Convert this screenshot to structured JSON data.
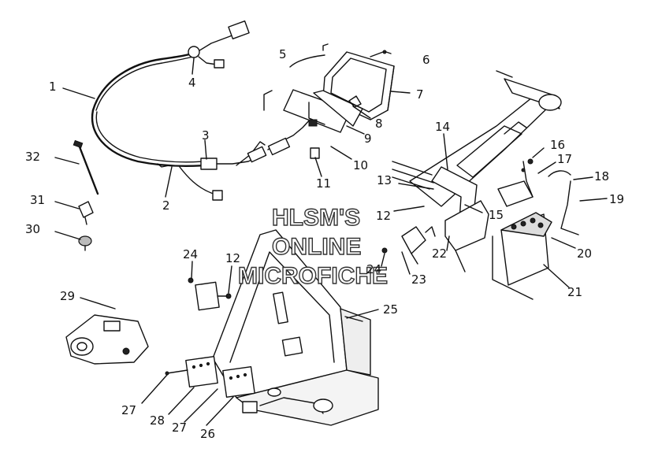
{
  "diagram": {
    "watermark": [
      "HLSM'S",
      "ONLINE",
      "MICROFICHE"
    ],
    "callouts": [
      "1",
      "2",
      "3",
      "4",
      "5",
      "6",
      "7",
      "8",
      "9",
      "10",
      "11",
      "12",
      "12",
      "12",
      "13",
      "14",
      "15",
      "16",
      "17",
      "18",
      "19",
      "20",
      "21",
      "22",
      "23",
      "24",
      "24",
      "25",
      "26",
      "27",
      "27",
      "28",
      "29",
      "30",
      "31",
      "32"
    ]
  }
}
